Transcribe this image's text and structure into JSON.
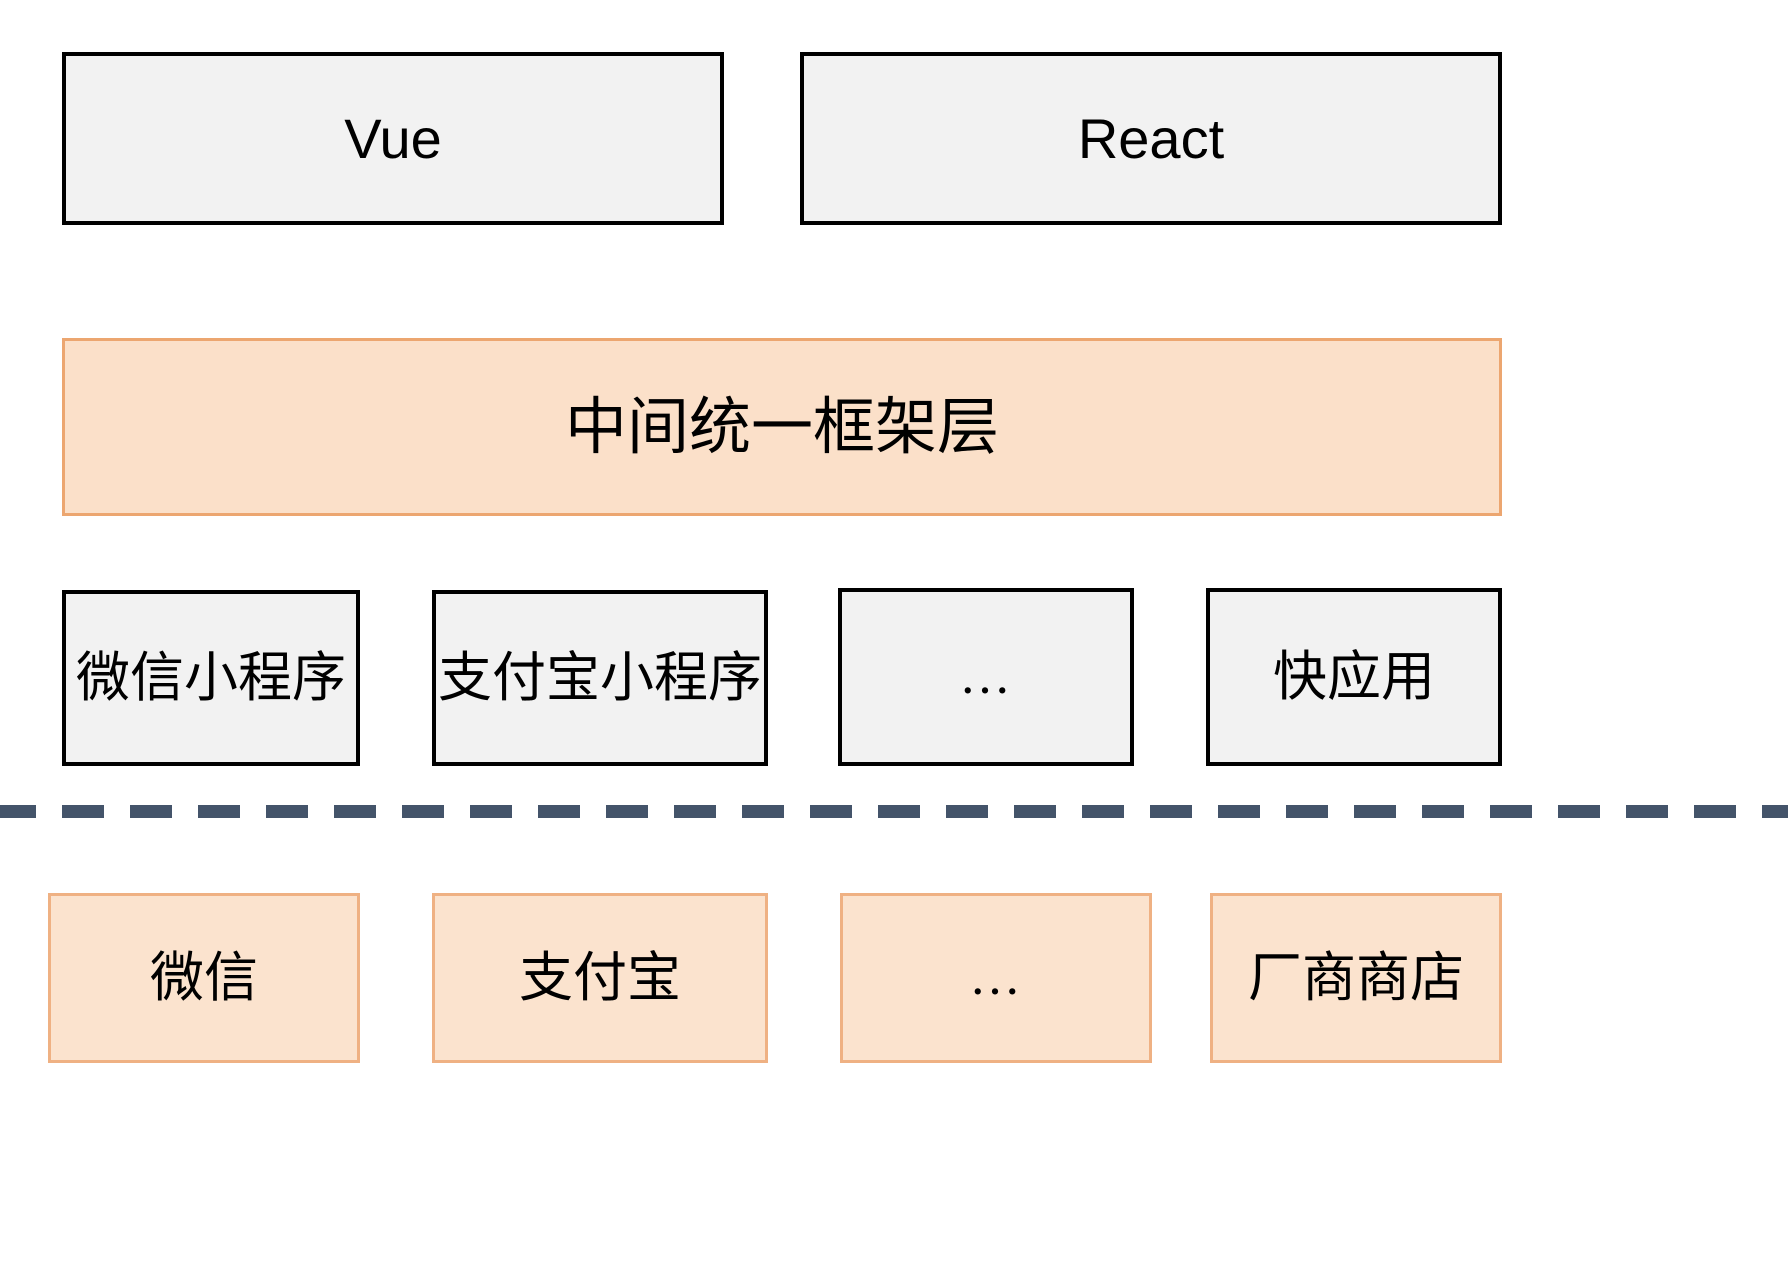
{
  "diagram": {
    "type": "layered-architecture",
    "title": "",
    "colors": {
      "gray_fill": "#F2F2F2",
      "gray_border": "#000000",
      "peach_fill": "#FBE0C9",
      "peach_border": "#ECA670",
      "divider": "#44546A",
      "background": "#FFFFFF"
    },
    "rows": [
      {
        "name": "frameworks",
        "style": "gray",
        "nodes": [
          {
            "label": "Vue"
          },
          {
            "label": "React"
          }
        ]
      },
      {
        "name": "unified-layer",
        "style": "peach",
        "nodes": [
          {
            "label": "中间统一框架层"
          }
        ]
      },
      {
        "name": "mini-program-targets",
        "style": "gray",
        "nodes": [
          {
            "label": "微信小程序"
          },
          {
            "label": "支付宝小程序"
          },
          {
            "label": "..."
          },
          {
            "label": "快应用"
          }
        ]
      },
      {
        "name": "vendor-platforms",
        "style": "peach",
        "nodes": [
          {
            "label": "微信"
          },
          {
            "label": "支付宝"
          },
          {
            "label": "..."
          },
          {
            "label": "厂商商店"
          }
        ]
      }
    ],
    "divider": {
      "name": "dashed-separator",
      "style": "dashed",
      "color": "#44546A"
    }
  }
}
